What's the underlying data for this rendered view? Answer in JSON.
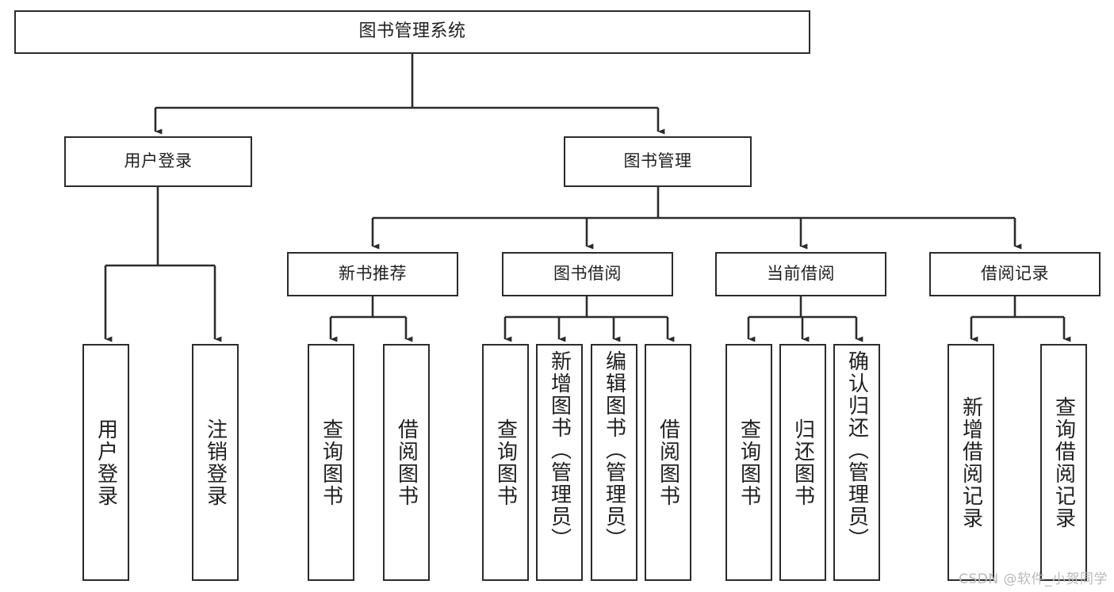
{
  "diagram": {
    "title": "图书管理系统",
    "type": "tree",
    "watermark": "CSDN @软件_小贺同学",
    "colors": {
      "box_border": "#2b2b2b",
      "box_fill": "#ffffff",
      "edge": "#2b2b2b",
      "text": "#1f1f1f",
      "watermark": "#b9b9b9",
      "background": "#ffffff"
    },
    "nodes": {
      "root": {
        "label": "图书管理系统"
      },
      "level1": [
        {
          "id": "user-login",
          "label": "用户登录"
        },
        {
          "id": "book-manage",
          "label": "图书管理"
        }
      ],
      "level2": [
        {
          "id": "new-book-recommend",
          "label": "新书推荐"
        },
        {
          "id": "book-borrow",
          "label": "图书借阅"
        },
        {
          "id": "current-borrow",
          "label": "当前借阅"
        },
        {
          "id": "borrow-record",
          "label": "借阅记录"
        }
      ],
      "leaves": {
        "user-login": [
          {
            "id": "leaf-user-login",
            "label": "用户登录"
          },
          {
            "id": "leaf-user-logout",
            "label": "注销登录"
          }
        ],
        "new-book-recommend": [
          {
            "id": "leaf-query-book-1",
            "label": "查询图书"
          },
          {
            "id": "leaf-borrow-book-1",
            "label": "借阅图书"
          }
        ],
        "book-borrow": [
          {
            "id": "leaf-query-book-2",
            "label": "查询图书"
          },
          {
            "id": "leaf-add-book",
            "label": "新增图书（管理员）"
          },
          {
            "id": "leaf-edit-book",
            "label": "编辑图书（管理员）"
          },
          {
            "id": "leaf-borrow-book-2",
            "label": "借阅图书"
          }
        ],
        "current-borrow": [
          {
            "id": "leaf-query-book-3",
            "label": "查询图书"
          },
          {
            "id": "leaf-return-book",
            "label": "归还图书"
          },
          {
            "id": "leaf-confirm-return",
            "label": "确认归还（管理员）"
          }
        ],
        "borrow-record": [
          {
            "id": "leaf-add-record",
            "label": "新增借阅记录"
          },
          {
            "id": "leaf-query-record",
            "label": "查询借阅记录"
          }
        ]
      }
    }
  }
}
